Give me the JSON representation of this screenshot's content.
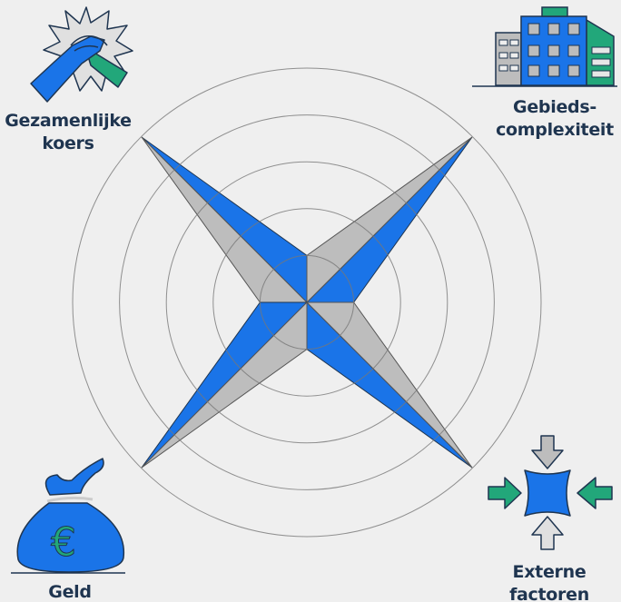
{
  "title": "",
  "colors": {
    "blue": "#1a74e8",
    "gray": "#bdbdbd",
    "green": "#22a77a",
    "text": "#1f3550",
    "ring": "#777777",
    "background": "#efefef"
  },
  "axes": [
    {
      "id": "top-left",
      "label_lines": [
        "Gezamenlijke",
        "koers"
      ],
      "icon": "handshake-icon"
    },
    {
      "id": "top-right",
      "label_lines": [
        "Gebieds-",
        "complexiteit"
      ],
      "icon": "buildings-icon"
    },
    {
      "id": "bottom-right",
      "label_lines": [
        "Externe",
        "factoren"
      ],
      "icon": "pressure-arrows-icon"
    },
    {
      "id": "bottom-left",
      "label_lines": [
        "Geld"
      ],
      "icon": "money-bag-icon"
    }
  ],
  "rings": 5,
  "chart_data": {
    "type": "radar-star",
    "categories": [
      "Gezamenlijke koers",
      "Gebieds-complexiteit",
      "Externe factoren",
      "Geld"
    ],
    "values": [
      5,
      5,
      5,
      5
    ],
    "scale_max": 5,
    "rings": [
      1,
      2,
      3,
      4,
      5
    ]
  }
}
